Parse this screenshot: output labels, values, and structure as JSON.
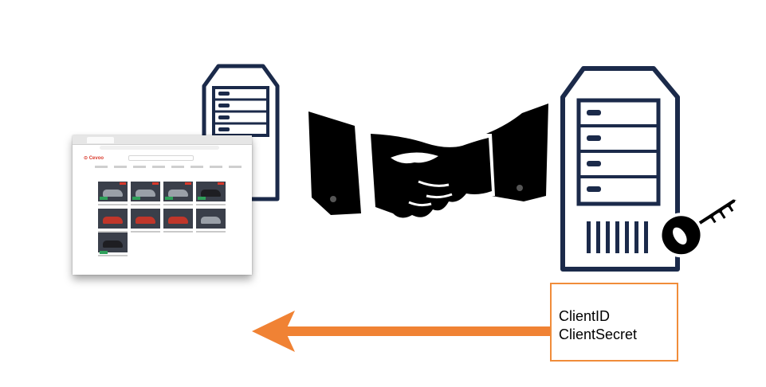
{
  "credentials": {
    "line1": "ClientID",
    "line2": "ClientSecret"
  },
  "app_screenshot": {
    "logo_text": "⊙ Cevoo"
  },
  "colors": {
    "arrow": "#f08234",
    "box_border": "#f08c3a",
    "server_stroke": "#1b2a4a",
    "handshake": "#000000"
  },
  "icons": [
    "server-icon",
    "handshake-icon",
    "key-icon",
    "arrow-left-icon"
  ]
}
